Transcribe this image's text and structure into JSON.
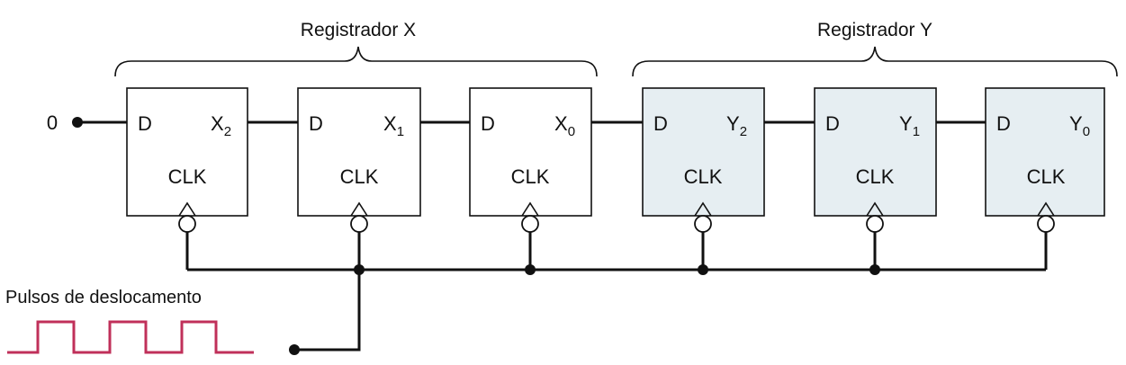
{
  "registers": [
    {
      "title": "Registrador X",
      "cells": [
        {
          "d": "D",
          "q": "X",
          "sub": "2",
          "clk": "CLK"
        },
        {
          "d": "D",
          "q": "X",
          "sub": "1",
          "clk": "CLK"
        },
        {
          "d": "D",
          "q": "X",
          "sub": "0",
          "clk": "CLK"
        }
      ]
    },
    {
      "title": "Registrador Y",
      "cells": [
        {
          "d": "D",
          "q": "Y",
          "sub": "2",
          "clk": "CLK"
        },
        {
          "d": "D",
          "q": "Y",
          "sub": "1",
          "clk": "CLK"
        },
        {
          "d": "D",
          "q": "Y",
          "sub": "0",
          "clk": "CLK"
        }
      ]
    }
  ],
  "serial_input": "0",
  "clock_label": "Pulsos de deslocamento",
  "colors": {
    "register_y_fill": "#e6eef2",
    "pulse": "#c0305a"
  }
}
